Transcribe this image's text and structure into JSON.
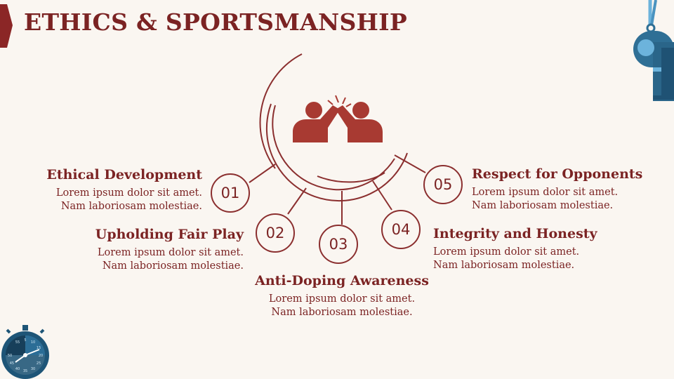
{
  "slide": {
    "title": "ETHICS & SPORTSMANSHIP"
  },
  "items": [
    {
      "number": "01",
      "heading": "Ethical Development",
      "line1": "Lorem ipsum dolor sit amet.",
      "line2": "Nam laboriosam molestiae."
    },
    {
      "number": "02",
      "heading": "Upholding Fair Play",
      "line1": "Lorem ipsum dolor sit amet.",
      "line2": "Nam laboriosam molestiae."
    },
    {
      "number": "03",
      "heading": "Anti-Doping Awareness",
      "line1": "Lorem ipsum dolor sit amet.",
      "line2": "Nam laboriosam molestiae."
    },
    {
      "number": "04",
      "heading": "Integrity and Honesty",
      "line1": "Lorem ipsum dolor sit amet.",
      "line2": "Nam laboriosam molestiae."
    },
    {
      "number": "05",
      "heading": "Respect for Opponents",
      "line1": "Lorem ipsum dolor sit amet.",
      "line2": "Nam laboriosam molestiae."
    }
  ],
  "stopwatch_ticks": [
    "55",
    "5",
    "10",
    "15",
    "20",
    "25",
    "30",
    "35",
    "40",
    "45",
    "50"
  ],
  "colors": {
    "accent": "#7b2323",
    "background": "#faf6f1",
    "whistle": "#2f6f95",
    "whistle_light": "#6cb3dc",
    "stopwatch": "#1e5577"
  },
  "icons": [
    "high-five-icon",
    "whistle-icon",
    "stopwatch-icon"
  ]
}
